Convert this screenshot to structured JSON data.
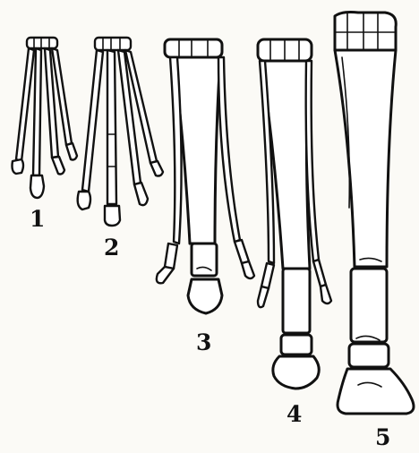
{
  "figure": {
    "stages": [
      {
        "label": "1"
      },
      {
        "label": "2"
      },
      {
        "label": "3"
      },
      {
        "label": "4"
      },
      {
        "label": "5"
      }
    ]
  }
}
